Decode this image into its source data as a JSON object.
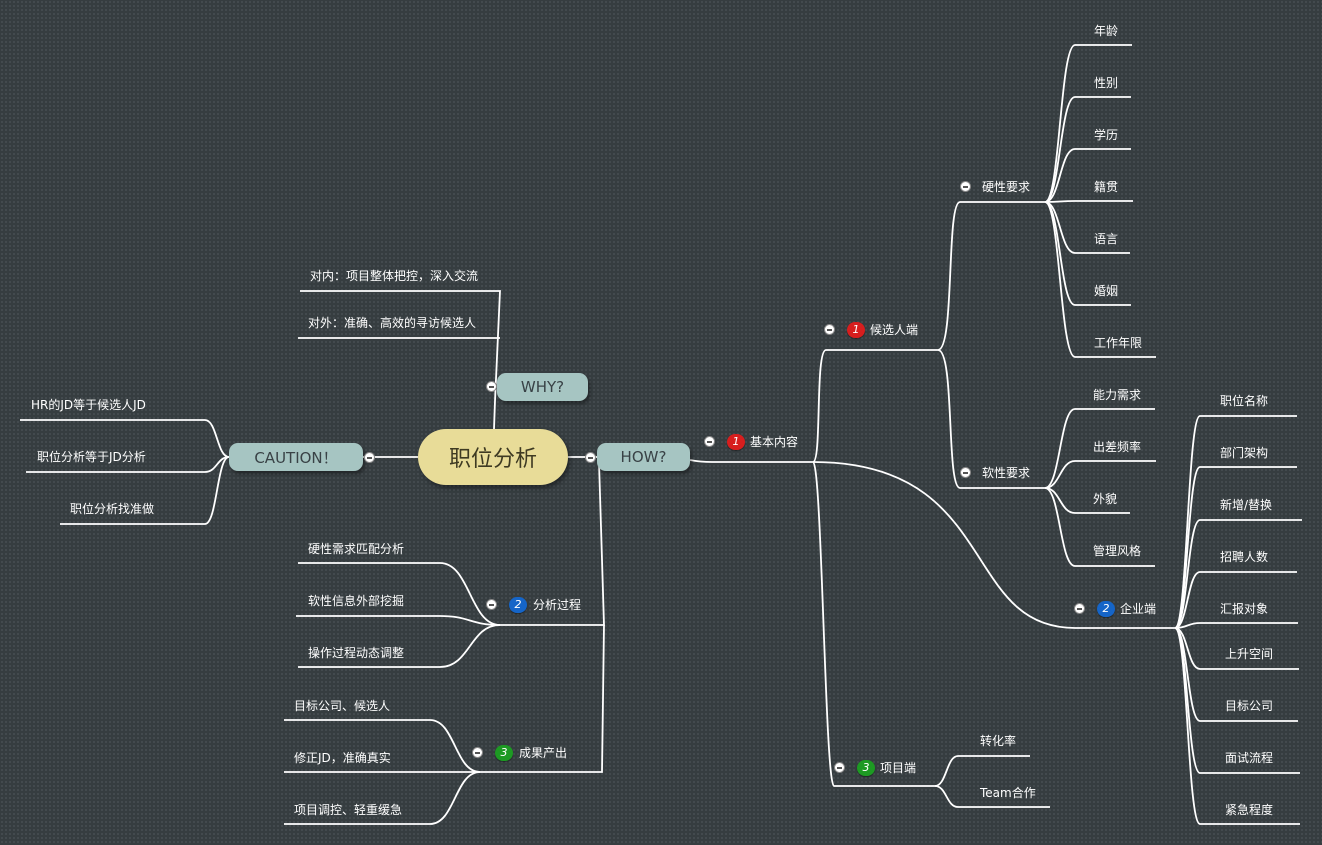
{
  "colors": {
    "line": "#ffffff",
    "pill": "#a6c5c2",
    "root": "#e8dc98",
    "badge_red": "#d71e1e",
    "badge_blue": "#1565c8",
    "badge_green": "#1d9a23"
  },
  "root": "职位分析",
  "why": {
    "label": "WHY?",
    "items": [
      "对内：项目整体把控，深入交流",
      "对外：准确、高效的寻访候选人"
    ]
  },
  "caution": {
    "label": "CAUTION！",
    "items": [
      "HR的JD等于候选人JD",
      "职位分析等于JD分析",
      "职位分析找准做"
    ]
  },
  "how": {
    "label": "HOW?",
    "basic": {
      "badge": "1",
      "label": "基本内容",
      "candidate": {
        "badge": "1",
        "label": "候选人端",
        "hard": {
          "label": "硬性要求",
          "items": [
            "年龄",
            "性别",
            "学历",
            "籍贯",
            "语言",
            "婚姻",
            "工作年限"
          ]
        },
        "soft": {
          "label": "软性要求",
          "items": [
            "能力需求",
            "出差频率",
            "外貌",
            "管理风格"
          ]
        }
      },
      "company": {
        "badge": "2",
        "label": "企业端",
        "items": [
          "职位名称",
          "部门架构",
          "新增/替换",
          "招聘人数",
          "汇报对象",
          "上升空间",
          "目标公司",
          "面试流程",
          "紧急程度"
        ]
      },
      "project": {
        "badge": "3",
        "label": "项目端",
        "items": [
          "转化率",
          "Team合作"
        ]
      }
    },
    "analysis": {
      "badge": "2",
      "label": "分析过程",
      "items": [
        "硬性需求匹配分析",
        "软性信息外部挖掘",
        "操作过程动态调整"
      ]
    },
    "output": {
      "badge": "3",
      "label": "成果产出",
      "items": [
        "目标公司、候选人",
        "修正JD，准确真实",
        "项目调控、轻重缓急"
      ]
    }
  }
}
